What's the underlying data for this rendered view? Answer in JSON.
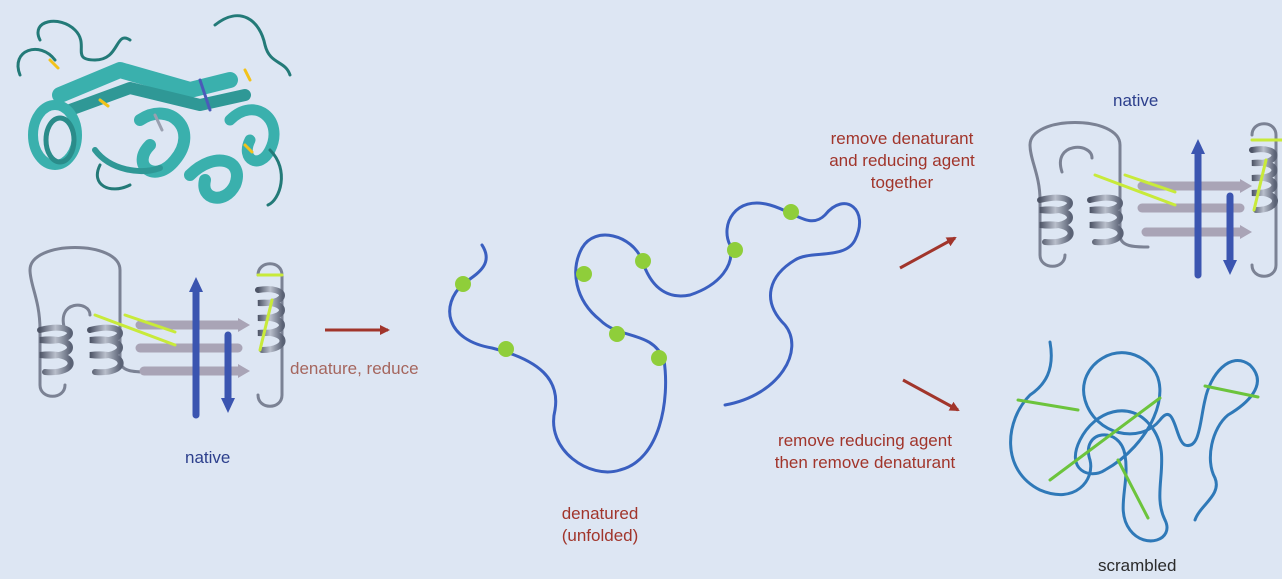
{
  "labels": {
    "native_left": "native",
    "denature_reduce": "denature, reduce",
    "denatured_line1": "denatured",
    "denatured_line2": "(unfolded)",
    "remove_together_line1": "remove denaturant",
    "remove_together_line2": "and reducing agent",
    "remove_together_line3": "together",
    "native_right": "native",
    "remove_reducing_line1": "remove reducing agent",
    "remove_reducing_line2": "then remove denaturant",
    "scrambled": "scrambled"
  },
  "colors": {
    "background": "#dde6f3",
    "protein_ribbon": "#3ab0ad",
    "disulfide": "#f2c21a",
    "chain_unfolded": "#3a5fc0",
    "chain_scrambled": "#2f79b8",
    "cysteine": "#8fce3a",
    "disulfide_bond": "#6cc43c",
    "arrow": "#a1352b",
    "beta_strand_blue": "#3b55b0",
    "beta_strand_grey": "#a9a4b6",
    "helix": "#7b8294"
  }
}
